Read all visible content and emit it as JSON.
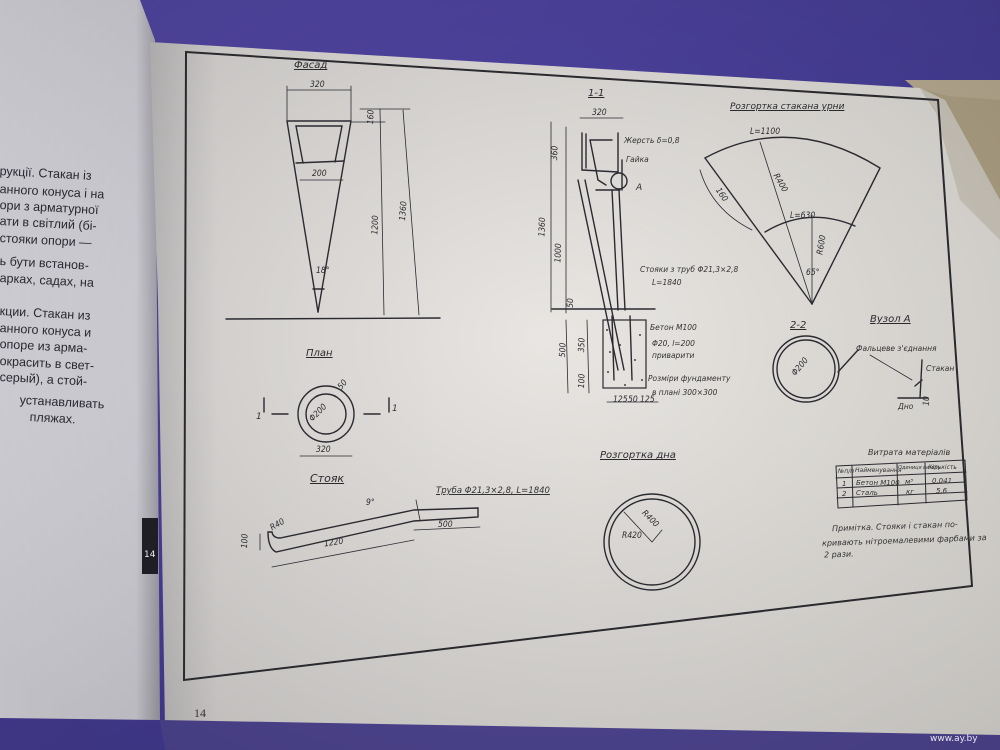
{
  "left_page": {
    "lines": [
      "рукції. Стакан із",
      "анного конуса і на",
      "ори з арматурної",
      "ати в світлий (бі-",
      "стояки опори —",
      "ь бути встанов-",
      "арках, садах, на",
      "кции. Стакан из",
      "анного конуса и",
      "опоре из арма-",
      "окрасить в свет-",
      "серый), а стой-",
      "устанавливать",
      "пляжах."
    ],
    "tab_number": "14"
  },
  "drawing": {
    "facade": {
      "title": "Фасад",
      "dims": [
        "320",
        "200",
        "160",
        "1200",
        "1360",
        "18°"
      ]
    },
    "section_1_1": {
      "title": "1-1",
      "dims": [
        "320",
        "360",
        "1360",
        "1000",
        "50",
        "500",
        "350",
        "100",
        "125",
        "50",
        "125"
      ],
      "labels": [
        "Жерсть δ=0,8",
        "Гайка",
        "А",
        "Стояки з труб Φ21,3×2,8",
        "L=1840",
        "Бетон M100",
        "Φ20, l=200",
        "приварити",
        "Розміри фундаменту",
        "в плані 300×300"
      ]
    },
    "plan": {
      "title": "План",
      "dims": [
        "Φ200",
        "50",
        "320"
      ],
      "marks": [
        "1",
        "1"
      ]
    },
    "stoyak": {
      "title": "Стояк",
      "dims": [
        "R40",
        "100",
        "1220",
        "9°",
        "500"
      ],
      "pipe_label": "Труба Φ21,3×2,8, L=1840"
    },
    "cup_development": {
      "title": "Розгортка стакана урни",
      "dims": [
        "L=1100",
        "L=630",
        "160",
        "R400",
        "R600",
        "65°"
      ]
    },
    "section_2_2": {
      "title": "2-2",
      "dims": [
        "Φ200"
      ]
    },
    "node_a": {
      "title": "Вузол А",
      "labels": [
        "Фальцеве з'єднання",
        "Стакан",
        "Дно"
      ],
      "dim": "10"
    },
    "bottom_development": {
      "title": "Розгортка дна",
      "dims": [
        "R400",
        "R420"
      ]
    },
    "materials_table": {
      "title": "Витрата матеріалів",
      "headers": [
        "№п/п",
        "Найменування",
        "Одиниця виміру",
        "Кількість"
      ],
      "rows": [
        [
          "1",
          "Бетон М100",
          "м³",
          "0,041"
        ],
        [
          "2",
          "Сталь",
          "кг",
          "5,6"
        ]
      ]
    },
    "note": {
      "lines": [
        "Примітка. Стояки і стакан по-",
        "кривають нітроемалевими фарбами за",
        "2 рази."
      ]
    },
    "page_number": "14"
  },
  "watermark": "www.ay.by"
}
